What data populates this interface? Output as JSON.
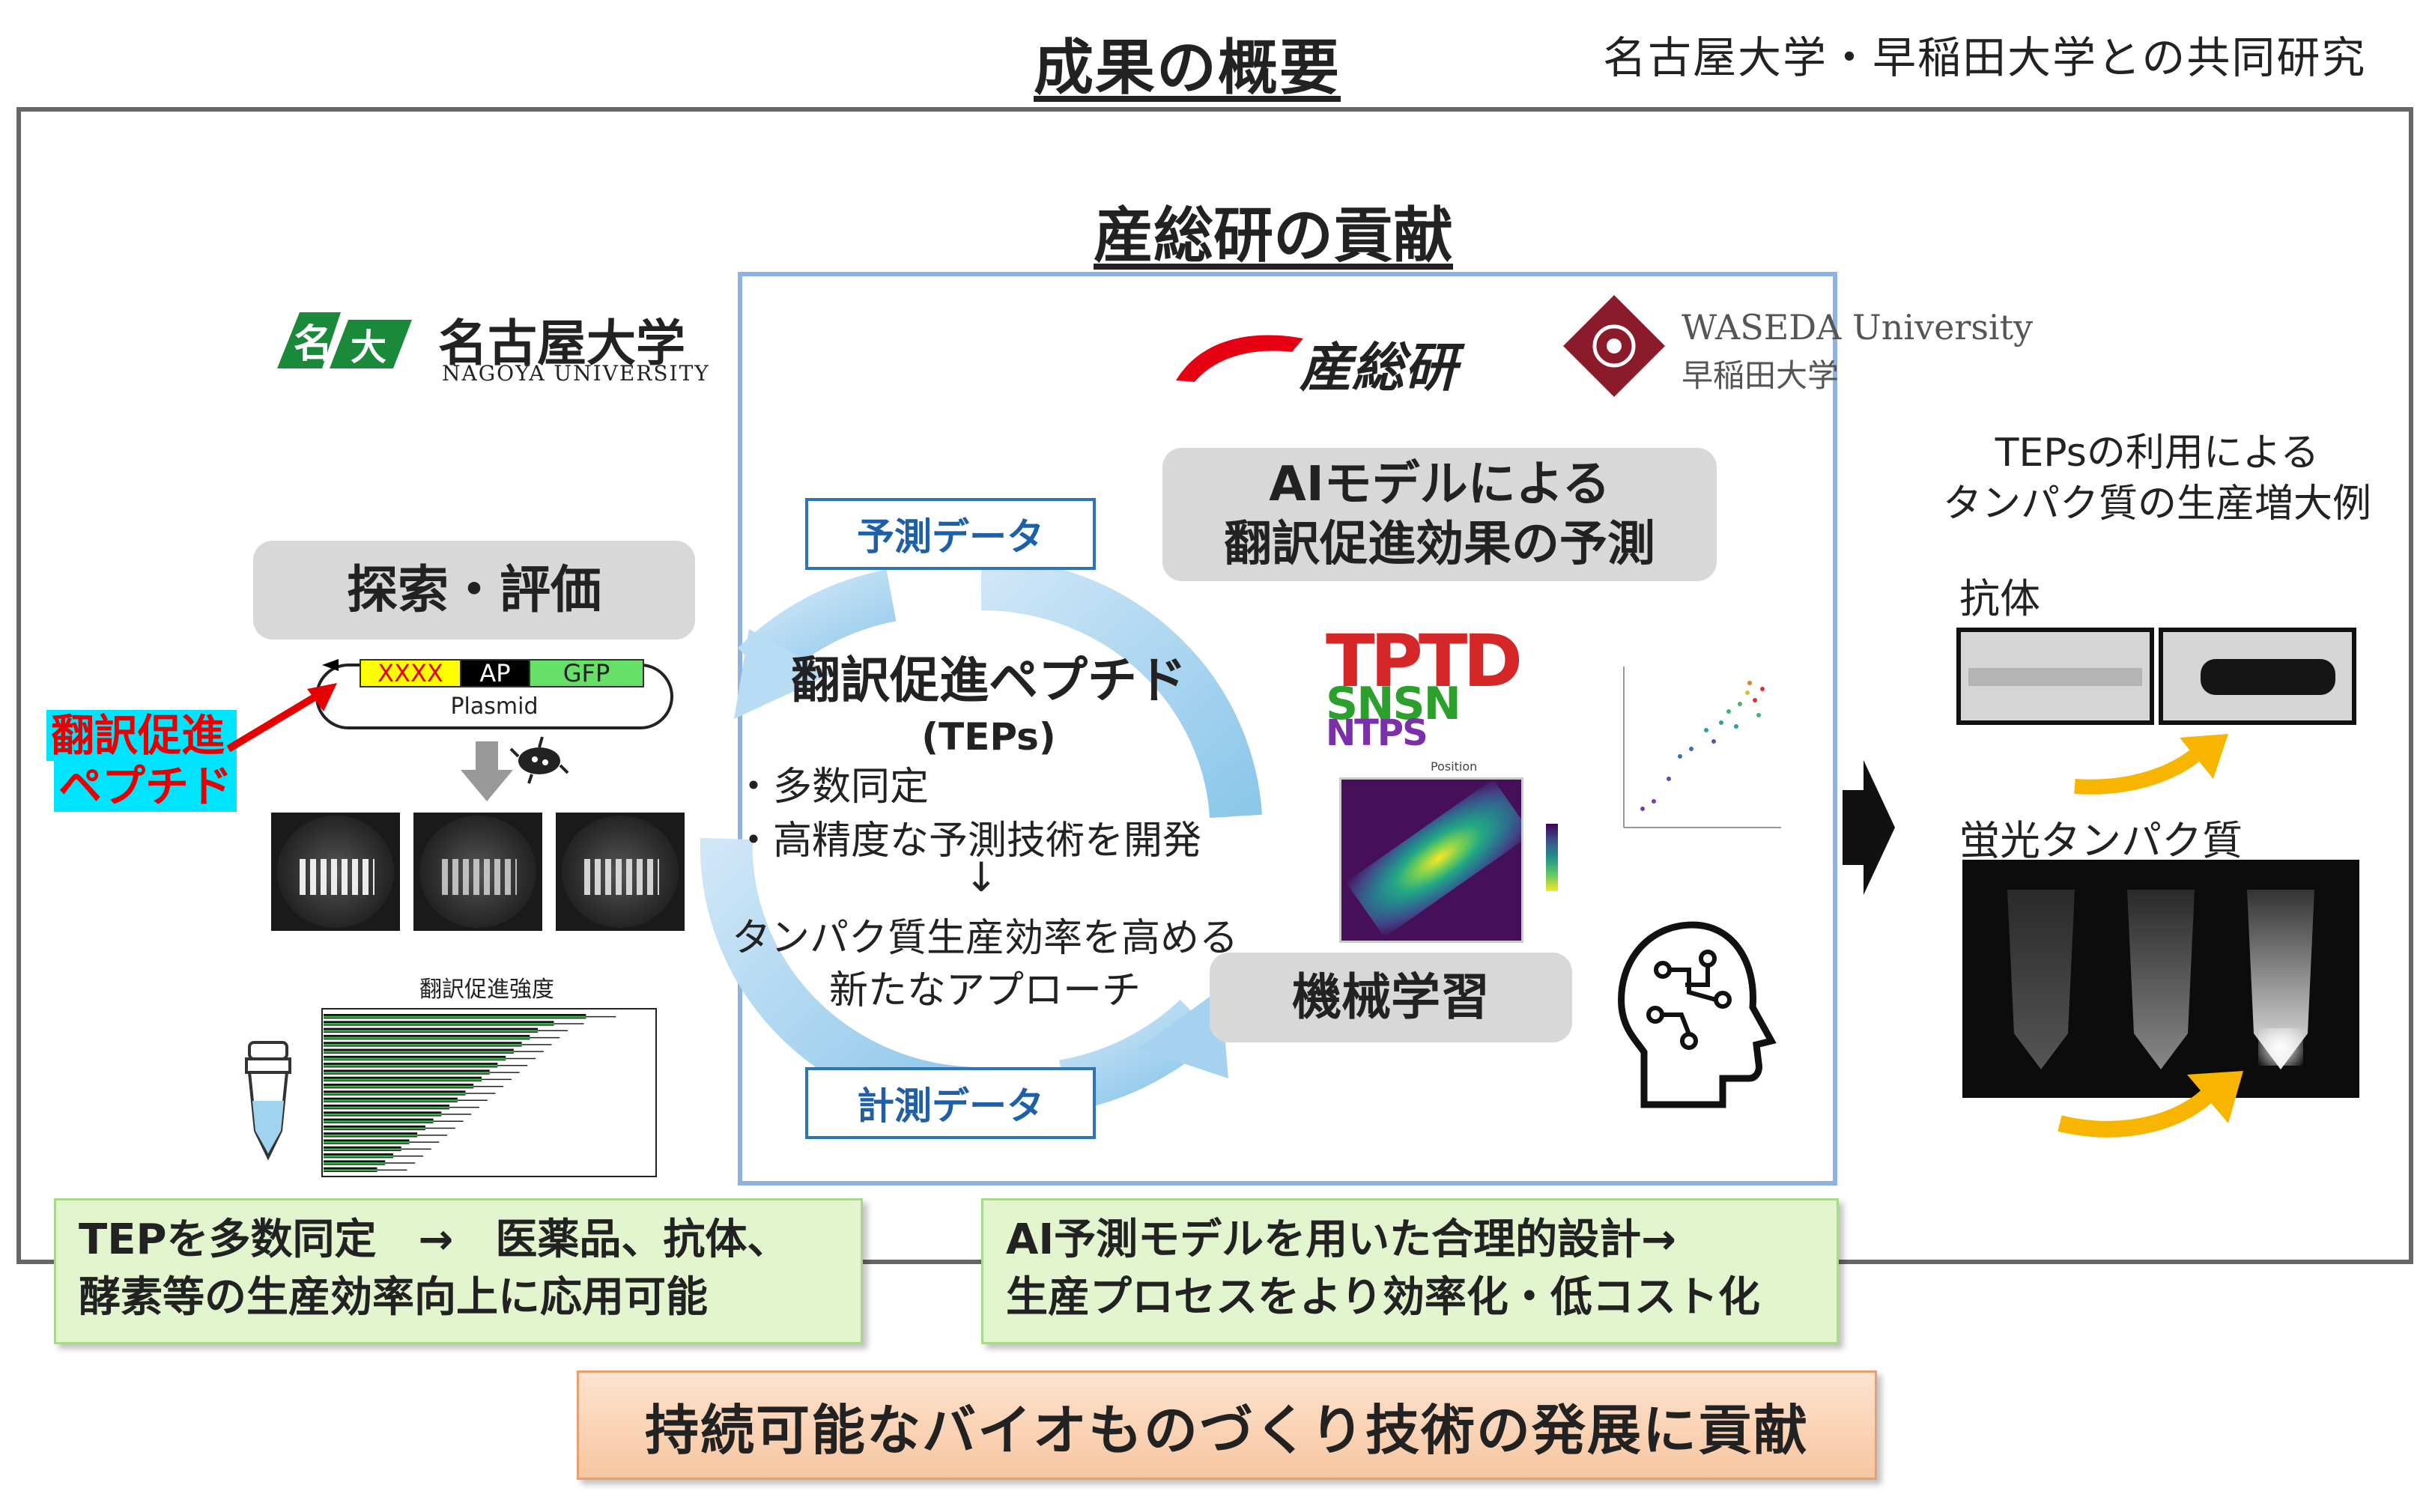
{
  "header": {
    "title": "成果の概要",
    "collaboration": "名古屋大学・早稲田大学との共同研究"
  },
  "aist_section": {
    "title": "産総研の貢献",
    "aist_logo": "産総研",
    "waseda_en": "WASEDA University",
    "waseda_jp": "早稲田大学"
  },
  "nagoya": {
    "name_jp": "名古屋大学",
    "name_en": "NAGOYA UNIVERSITY",
    "search_label": "探索・評価",
    "peptide_label_1": "翻訳促進",
    "peptide_label_2": "ペプチド",
    "plasmid_xxxx": "XXXX",
    "plasmid_ap": "AP",
    "plasmid_gfp": "GFP",
    "plasmid_name": "Plasmid",
    "chart_title": "翻訳促進強度"
  },
  "cycle": {
    "predict_data": "予測データ",
    "measure_data": "計測データ",
    "ai_label_1": "AIモデルによる",
    "ai_label_2": "翻訳促進効果の予測",
    "ml_label": "機械学習",
    "center_title": "翻訳促進ペプチド",
    "center_abbr": "(TEPs)",
    "bullet_1": "・多数同定",
    "bullet_2": "・高精度な予測技術を開発",
    "arrow_down": "↓",
    "approach_1": "タンパク質生産効率を高める",
    "approach_2": "新たなアプローチ",
    "logo_letters": "TPTD",
    "logo_letters_2": "SNSN",
    "logo_letters_3": "NTPS",
    "plot_xlabel": "Position"
  },
  "results": {
    "title_1": "TEPsの利用による",
    "title_2": "タンパク質の生産増大例",
    "antibody": "抗体",
    "fluorescent": "蛍光タンパク質"
  },
  "summary": {
    "left_1": "TEPを多数同定　→　医薬品、抗体、",
    "left_2": "酵素等の生産効率向上に応用可能",
    "right_1": "AI予測モデルを用いた合理的設計→",
    "right_2": "生産プロセスをより効率化・低コスト化",
    "bottom": "持続可能なバイオものづくり技術の発展に貢献"
  },
  "chart_data": {
    "type": "bar",
    "title": "翻訳促進強度",
    "orientation": "horizontal",
    "values": [
      0.98,
      0.86,
      0.8,
      0.77,
      0.74,
      0.71,
      0.68,
      0.65,
      0.62,
      0.59,
      0.56,
      0.53,
      0.5,
      0.47,
      0.44,
      0.41,
      0.38,
      0.35,
      0.32,
      0.29,
      0.26,
      0.23,
      0.2
    ],
    "bar_color": "#3bb54a"
  },
  "colors": {
    "accent_blue": "#2e75b6",
    "peptide_red": "#e60000",
    "peptide_cyan": "#00e5ff",
    "arrow_orange": "#f7b500"
  }
}
